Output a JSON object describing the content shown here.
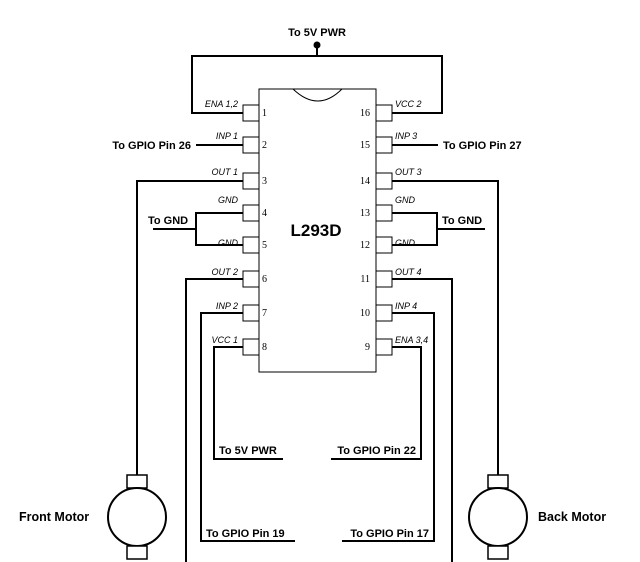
{
  "chip": {
    "name": "L293D"
  },
  "pins_left": [
    {
      "num": "1",
      "name": "ENA 1,2"
    },
    {
      "num": "2",
      "name": "INP 1"
    },
    {
      "num": "3",
      "name": "OUT 1"
    },
    {
      "num": "4",
      "name": "GND"
    },
    {
      "num": "5",
      "name": "GND"
    },
    {
      "num": "6",
      "name": "OUT 2"
    },
    {
      "num": "7",
      "name": "INP 2"
    },
    {
      "num": "8",
      "name": "VCC 1"
    }
  ],
  "pins_right": [
    {
      "num": "16",
      "name": "VCC 2"
    },
    {
      "num": "15",
      "name": "INP 3"
    },
    {
      "num": "14",
      "name": "OUT 3"
    },
    {
      "num": "13",
      "name": "GND"
    },
    {
      "num": "12",
      "name": "GND"
    },
    {
      "num": "11",
      "name": "OUT 4"
    },
    {
      "num": "10",
      "name": "INP 4"
    },
    {
      "num": "9",
      "name": "ENA 3,4"
    }
  ],
  "labels": {
    "top_pwr": "To 5V PWR",
    "gpio26": "To GPIO Pin 26",
    "gpio27": "To GPIO Pin 27",
    "gnd_left": "To GND",
    "gnd_right": "To GND",
    "vcc1_pwr": "To 5V PWR",
    "gpio22": "To GPIO Pin 22",
    "gpio19": "To GPIO Pin 19",
    "gpio17": "To GPIO Pin 17"
  },
  "motors": {
    "front": "Front Motor",
    "back": "Back Motor"
  }
}
